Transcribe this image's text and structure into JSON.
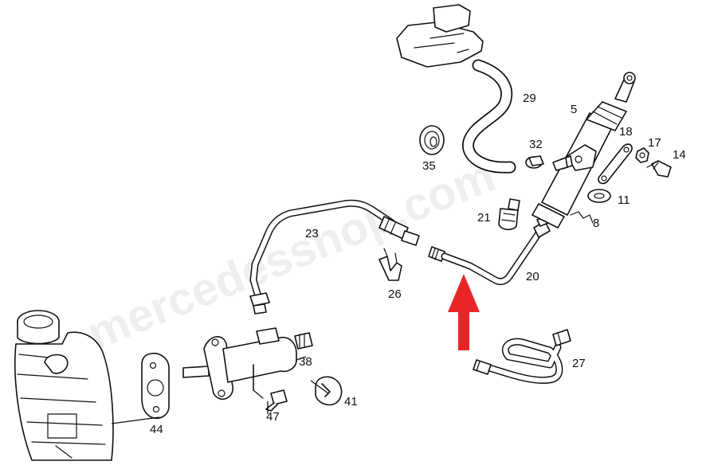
{
  "watermark": "mercedesshop.com",
  "callouts": {
    "c5": "5",
    "c8": "8",
    "c11": "11",
    "c14": "14",
    "c17": "17",
    "c18": "18",
    "c20": "20",
    "c21": "21",
    "c23": "23",
    "c26": "26",
    "c27": "27",
    "c29": "29",
    "c32": "32",
    "c35": "35",
    "c38": "38",
    "c41": "41",
    "c44": "44",
    "c47": "47"
  },
  "colors": {
    "highlight_arrow": "#e8262a",
    "line": "#111111",
    "watermark": "#d9d9d9"
  },
  "highlight": {
    "target_part": "20",
    "icon": "red-up-arrow"
  }
}
